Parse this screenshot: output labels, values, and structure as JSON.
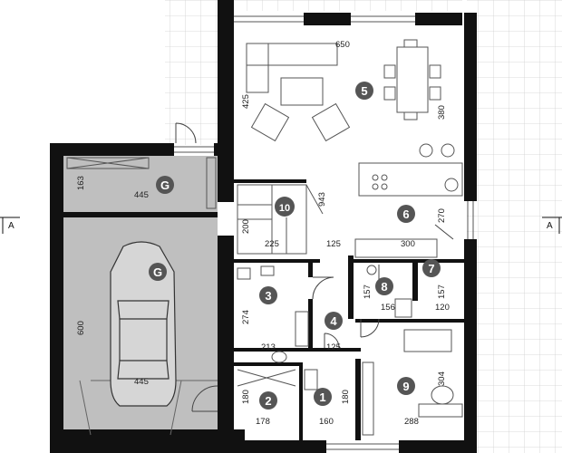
{
  "section_markers": {
    "left": "A",
    "right": "A"
  },
  "rooms": [
    {
      "id": "garage-storage",
      "label": "G"
    },
    {
      "id": "garage",
      "label": "G"
    },
    {
      "id": "room-1",
      "label": "1"
    },
    {
      "id": "room-2",
      "label": "2"
    },
    {
      "id": "room-3",
      "label": "3"
    },
    {
      "id": "room-4",
      "label": "4"
    },
    {
      "id": "room-5",
      "label": "5"
    },
    {
      "id": "room-6",
      "label": "6"
    },
    {
      "id": "room-7",
      "label": "7"
    },
    {
      "id": "room-8",
      "label": "8"
    },
    {
      "id": "room-9",
      "label": "9"
    },
    {
      "id": "room-10",
      "label": "10"
    }
  ],
  "dimensions": {
    "living_width": "650",
    "living_height_left": "425",
    "living_height_right": "380",
    "center_height": "943",
    "stair_height": "200",
    "stair_width": "225",
    "corridor_width": "125",
    "kitchen_width": "300",
    "kitchen_height": "270",
    "garage_store_height": "163",
    "garage_store_width": "445",
    "garage_height": "600",
    "garage_width": "445",
    "room3_height": "274",
    "room3_width": "213",
    "hall_width": "125",
    "room8_height": "157",
    "room8_width": "156",
    "room7_height": "157",
    "room7_width": "120",
    "room9_height": "304",
    "room9_width": "288",
    "room2_height": "180",
    "room2_width": "178",
    "room1_height": "180",
    "room1_width": "160"
  }
}
